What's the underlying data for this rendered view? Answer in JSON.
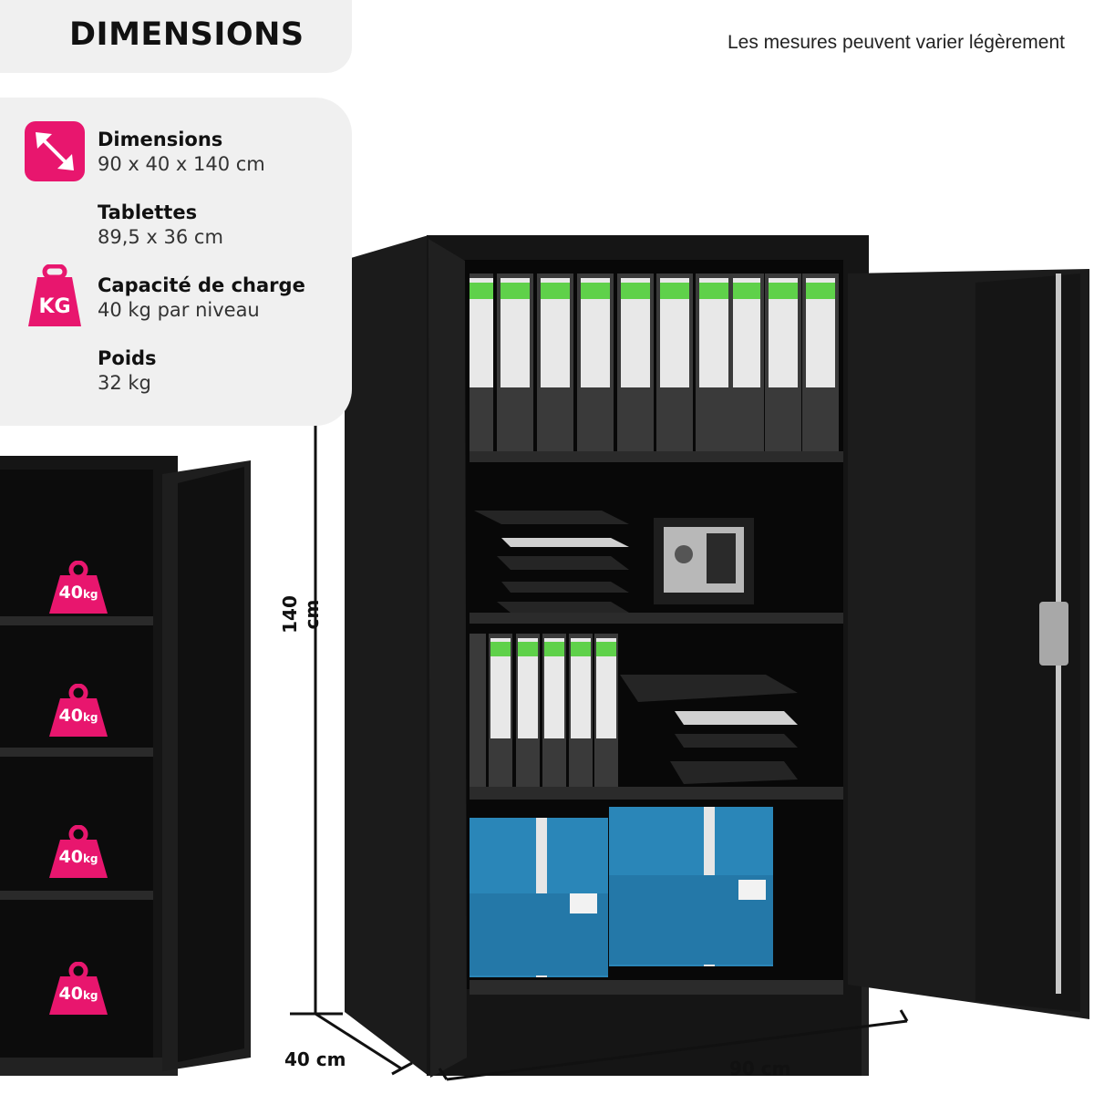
{
  "header": {
    "title": "DIMENSIONS",
    "note": "Les mesures peuvent varier légèrement"
  },
  "specs": [
    {
      "label": "Dimensions",
      "value": "90 x 40 x 140 cm",
      "icon": "resize-arrow-icon"
    },
    {
      "label": "Tablettes",
      "value": "89,5 x 36 cm"
    },
    {
      "label": "Capacité de charge",
      "value": "40 kg par niveau",
      "icon": "kg-weight-icon",
      "icon_text": "KG"
    },
    {
      "label": "Poids",
      "value": "32 kg"
    }
  ],
  "load_badges": [
    {
      "value": "40",
      "unit": "kg"
    },
    {
      "value": "40",
      "unit": "kg"
    },
    {
      "value": "40",
      "unit": "kg"
    },
    {
      "value": "40",
      "unit": "kg"
    }
  ],
  "dimensions": {
    "height": "140 cm",
    "depth": "40 cm",
    "width": "90 cm"
  },
  "colors": {
    "accent": "#e8166e",
    "panel": "#f0f0f0",
    "cabinet": "#1a1a1a"
  }
}
